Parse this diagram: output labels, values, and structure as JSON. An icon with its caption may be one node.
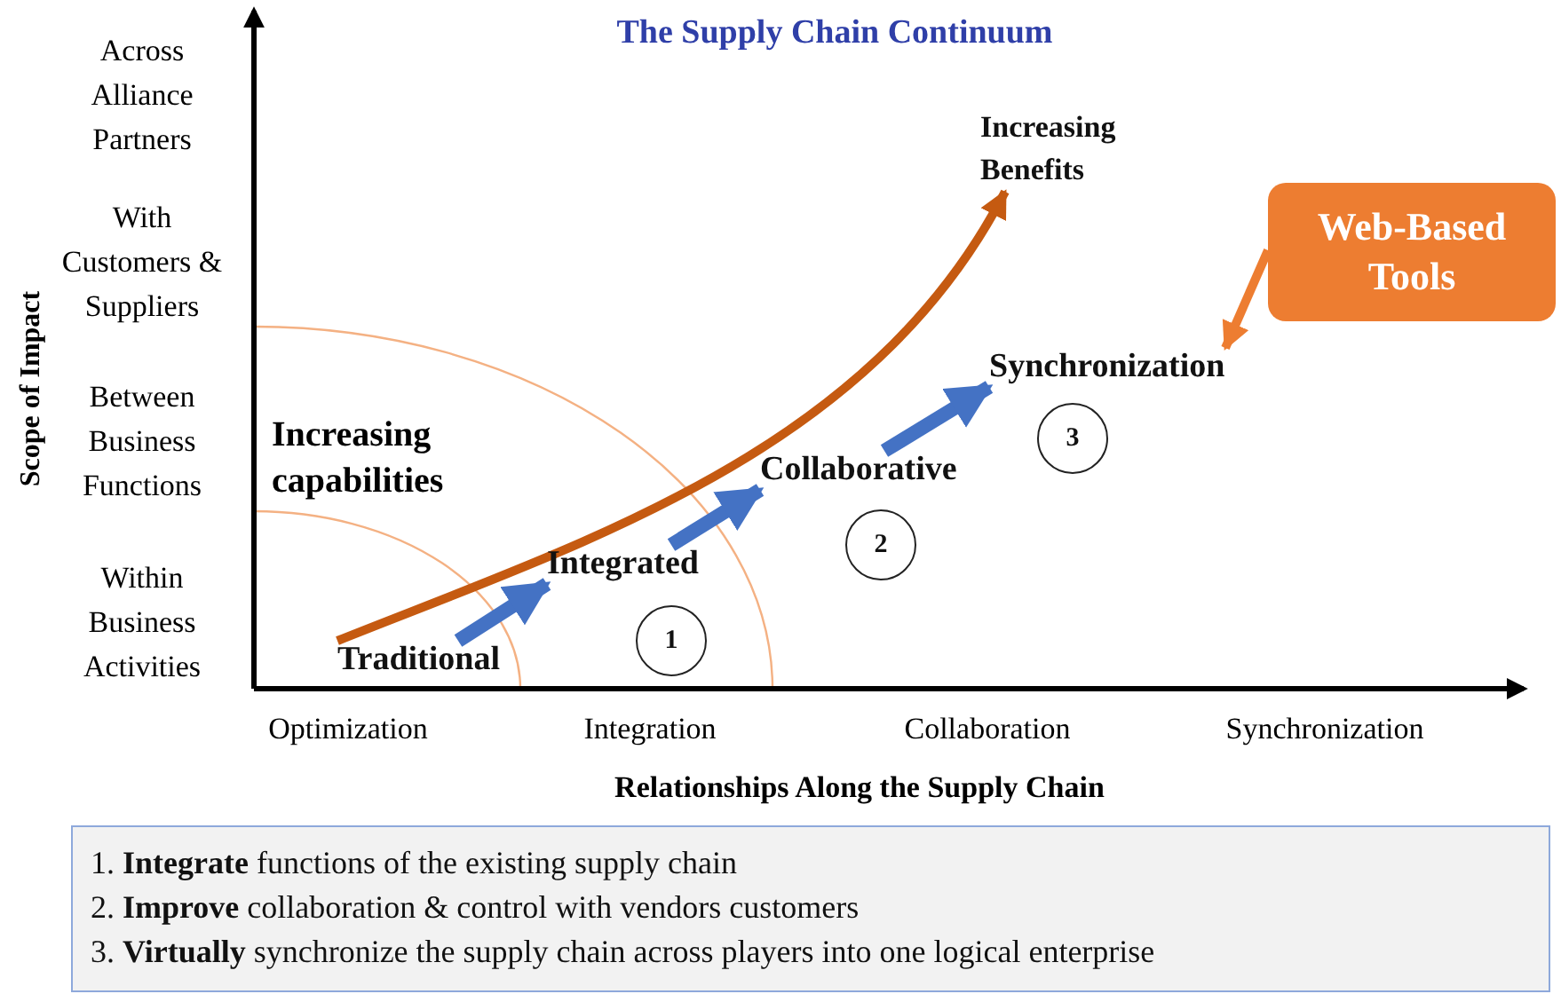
{
  "diagram": {
    "title": "The Supply Chain Continuum",
    "nodes": [
      {
        "text": [
          "Traditional"
        ]
      },
      {
        "text": [
          "Integrated"
        ]
      },
      {
        "text": [
          "Collaborative"
        ]
      },
      {
        "text": [
          "Synchronization"
        ]
      },
      {
        "text": [
          "1"
        ]
      },
      {
        "text": [
          "2"
        ]
      },
      {
        "text": [
          "3"
        ]
      },
      {
        "text": [
          "Increasing Benefits"
        ]
      },
      {
        "text": [
          "Web-Based Tools"
        ]
      },
      {
        "text": [
          "1. **Integrate** functions of the existing supply chain",
          "2. **Improve** collaboration & control with vendors customers",
          "3. **Virtually** synchronize the supply chain across players into one logical enterprise"
        ]
      }
    ],
    "edges": [
      {
        "from": 0,
        "to": 1,
        "arrow": "to"
      },
      {
        "from": 1,
        "to": 2,
        "arrow": "to"
      },
      {
        "from": 2,
        "to": 3,
        "arrow": "to"
      },
      {
        "from": 0,
        "to": 7,
        "arrow": "to",
        "color": "#c55a11"
      },
      {
        "from": 8,
        "to": 3,
        "arrow": "to",
        "color": "#ed7d31"
      }
    ],
    "labels": [
      "Across Alliance Partners",
      "With Customers & Suppliers",
      "Between Business Functions",
      "Within Business Activities",
      "Scope of Impact",
      "Increasing capabilities",
      "Optimization",
      "Integration",
      "Collaboration",
      "Synchronization",
      "Relationships Along the Supply Chain"
    ]
  }
}
